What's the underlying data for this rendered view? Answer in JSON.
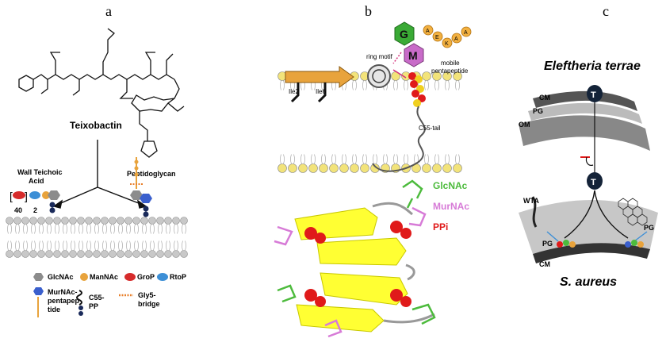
{
  "panels": {
    "a": {
      "letter": "a",
      "title": "Teixobactin",
      "wall_teichoic_acid": "Wall Teichoic Acid",
      "peptidoglycan": "Peptidoglycan",
      "repeat_40": "40",
      "repeat_2": "2",
      "legend": {
        "glcnac": "GlcNAc",
        "mannac": "ManNAc",
        "grop": "GroP",
        "rtop": "RtoP",
        "murnac_pentapeptide": "MurNAc-pentapep tide",
        "c55_pp": "C55-PP",
        "gly5_bridge": "Gly5-bridge"
      }
    },
    "b": {
      "letter": "b",
      "g_label": "G",
      "m_label": "M",
      "ring_motif": "ring motif",
      "mobile_pentapeptide": "mobile pentapeptide",
      "ile2": "Ile2",
      "ile6": "Ile6",
      "c55_tail": "C55-tail",
      "pentapeptide_letters": [
        "A",
        "E",
        "K",
        "A",
        "A"
      ],
      "glcnac": "GlcNAc",
      "murnac": "MurNAc",
      "ppi": "PPi"
    },
    "c": {
      "letter": "c",
      "organism_top": "Eleftheria terrae",
      "organism_bottom": "S. aureus",
      "t_label": "T",
      "cm": "CM",
      "pg": "PG",
      "om": "OM",
      "wta": "WTA",
      "pg_bottom": "PG",
      "cm_bottom": "CM",
      "pg_right": "PG"
    }
  },
  "colors": {
    "glcnac": "#8c8c8c",
    "mannac": "#e8a33c",
    "grop": "#d62b2b",
    "rtop": "#3d8fd6",
    "murnac_blue": "#3a5fcd",
    "lipid_head": "#c8c8c8",
    "membrane_head_b": "#f2e37a",
    "g_hex": "#3aaa35",
    "m_hex": "#c86bc8",
    "helix_yellow": "#ffff33",
    "glcnac_green": "#4dbb3d",
    "murnac_pink": "#d77bd7",
    "ppi_red": "#e01a1a",
    "t_node": "#142338"
  }
}
